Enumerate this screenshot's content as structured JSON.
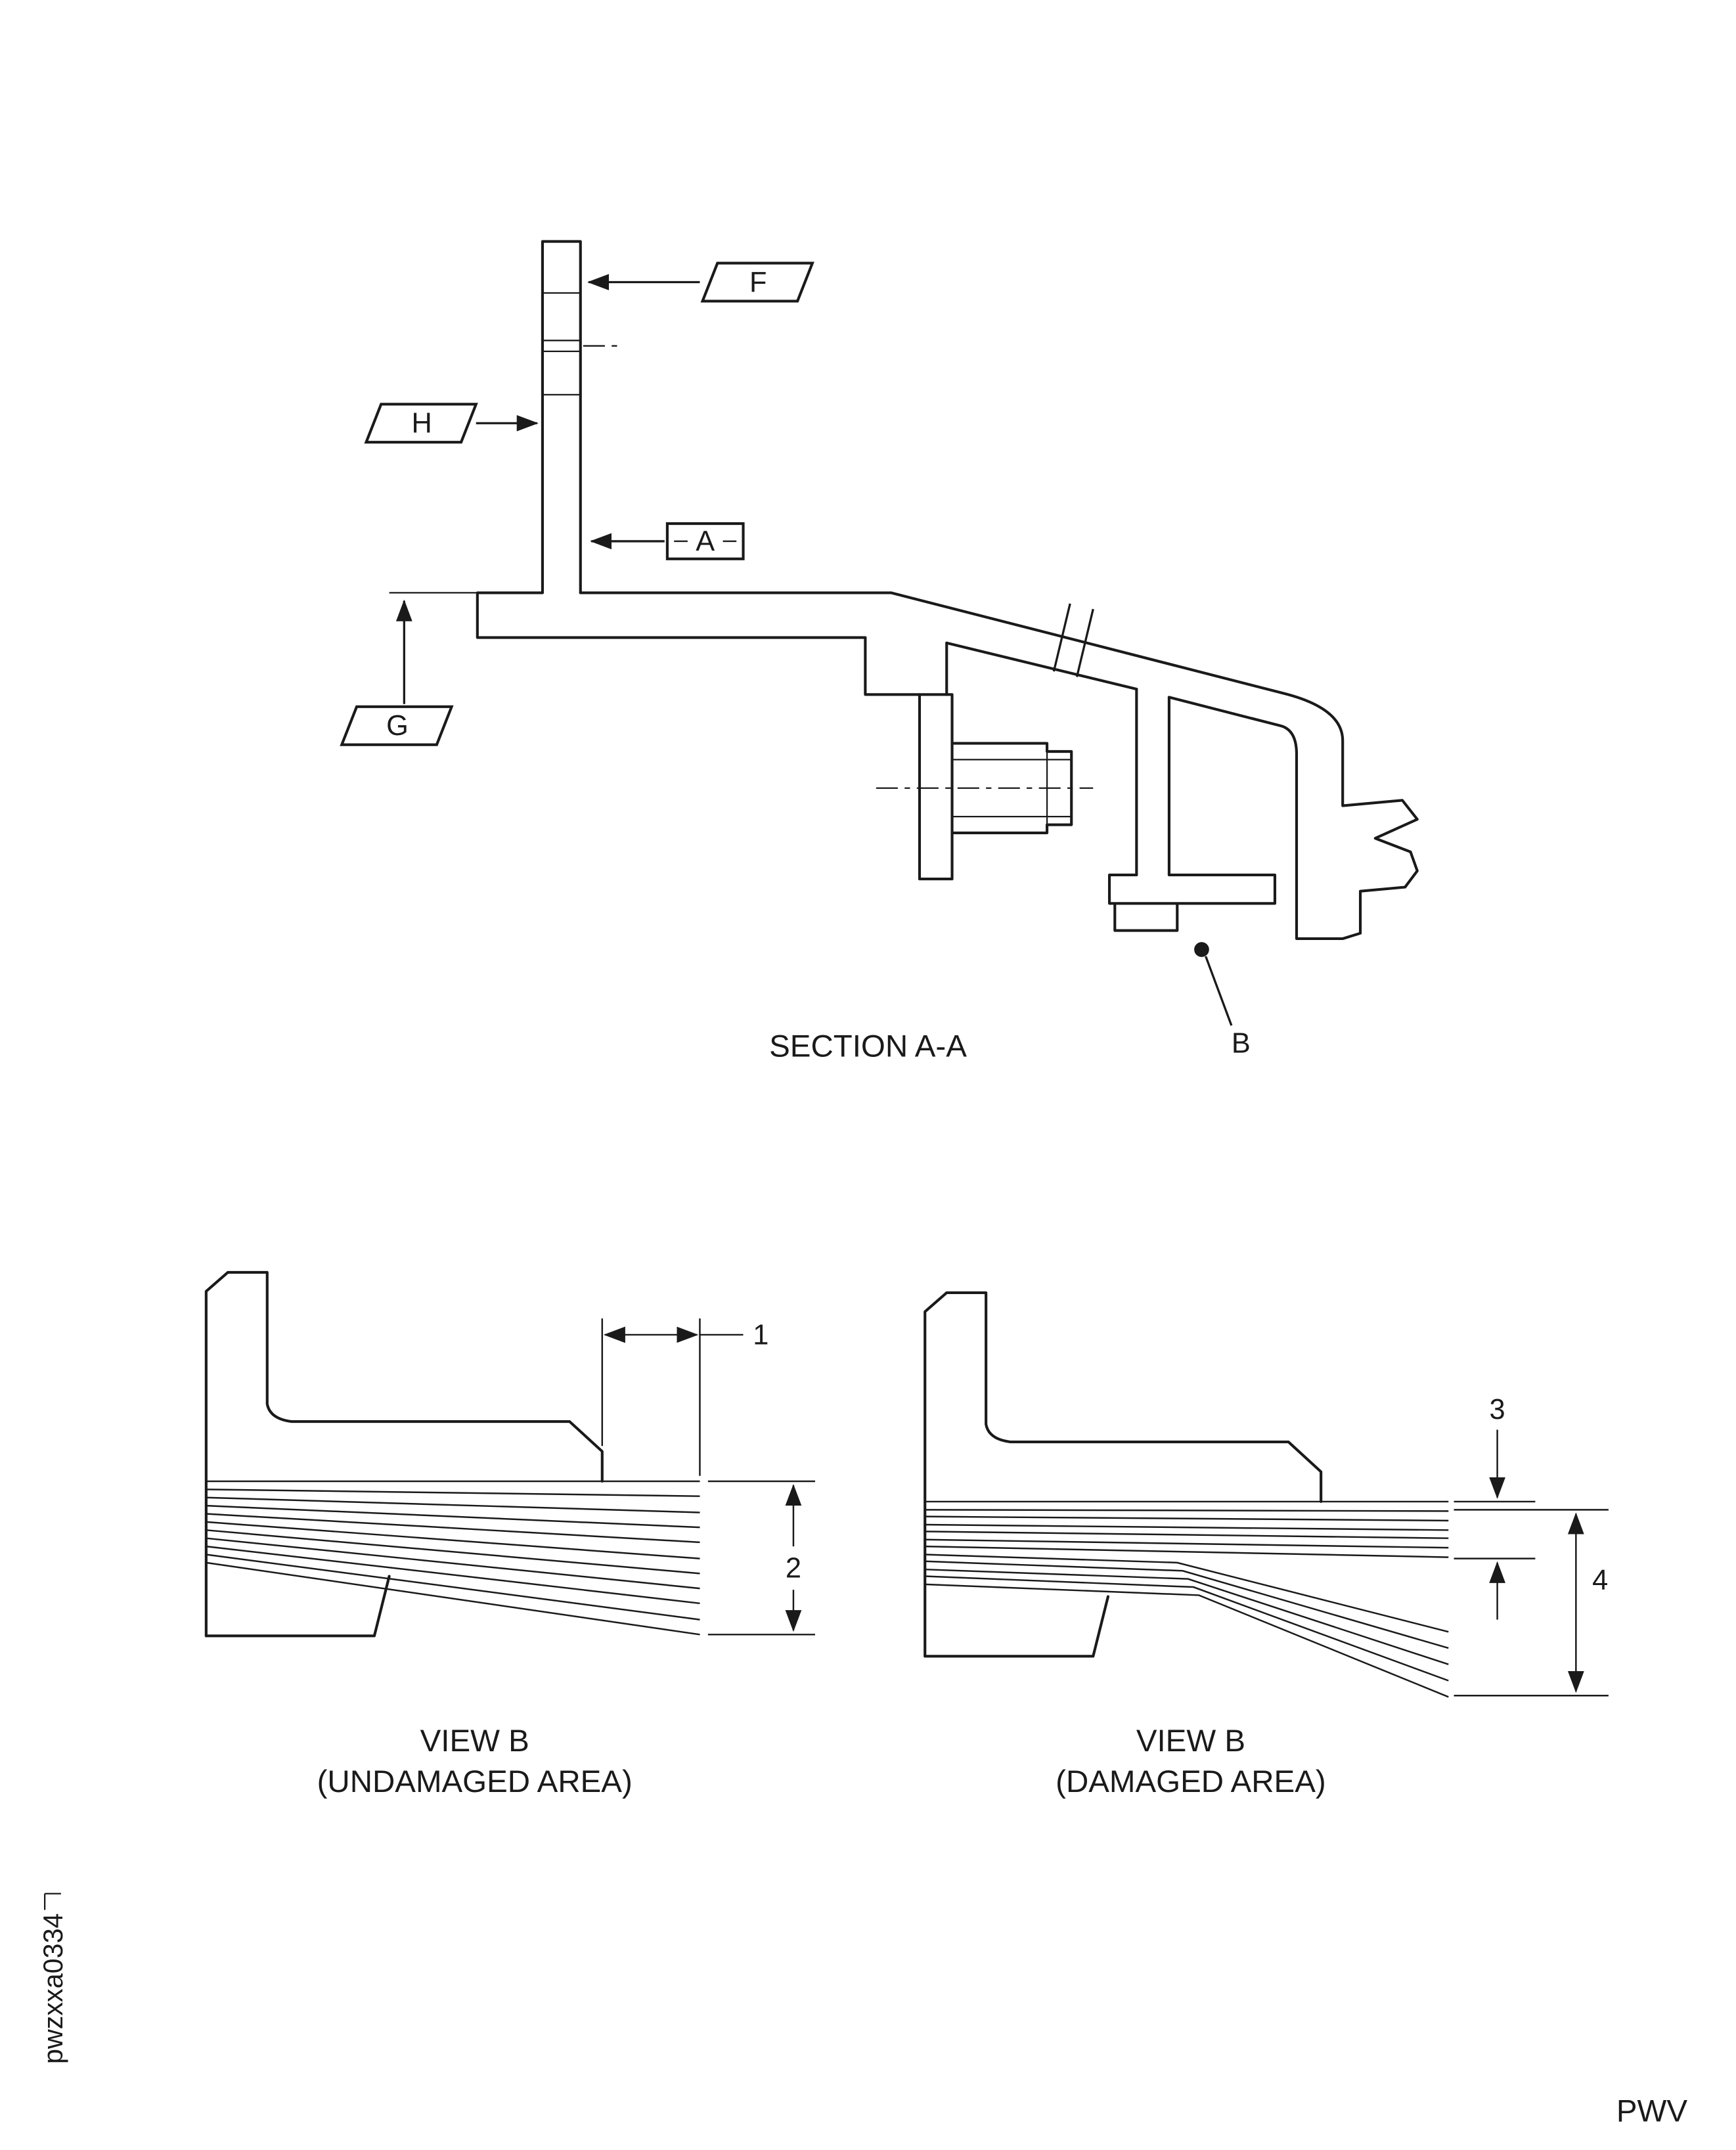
{
  "section": {
    "title": "SECTION A-A",
    "flag_f": "F",
    "flag_h": "H",
    "section_marker": "A",
    "flag_g": "G",
    "point_label": "B"
  },
  "view_undamaged": {
    "title": "VIEW B",
    "subtitle": "(UNDAMAGED AREA)",
    "dim_1": "1",
    "dim_2": "2"
  },
  "view_damaged": {
    "title": "VIEW B",
    "subtitle": "(DAMAGED AREA)",
    "dim_3": "3",
    "dim_4": "4"
  },
  "footer": {
    "figure_id": "pwzxxa0334",
    "page_code": "PWV"
  },
  "colors": {
    "line": "#1a1a1a",
    "background": "#ffffff"
  }
}
